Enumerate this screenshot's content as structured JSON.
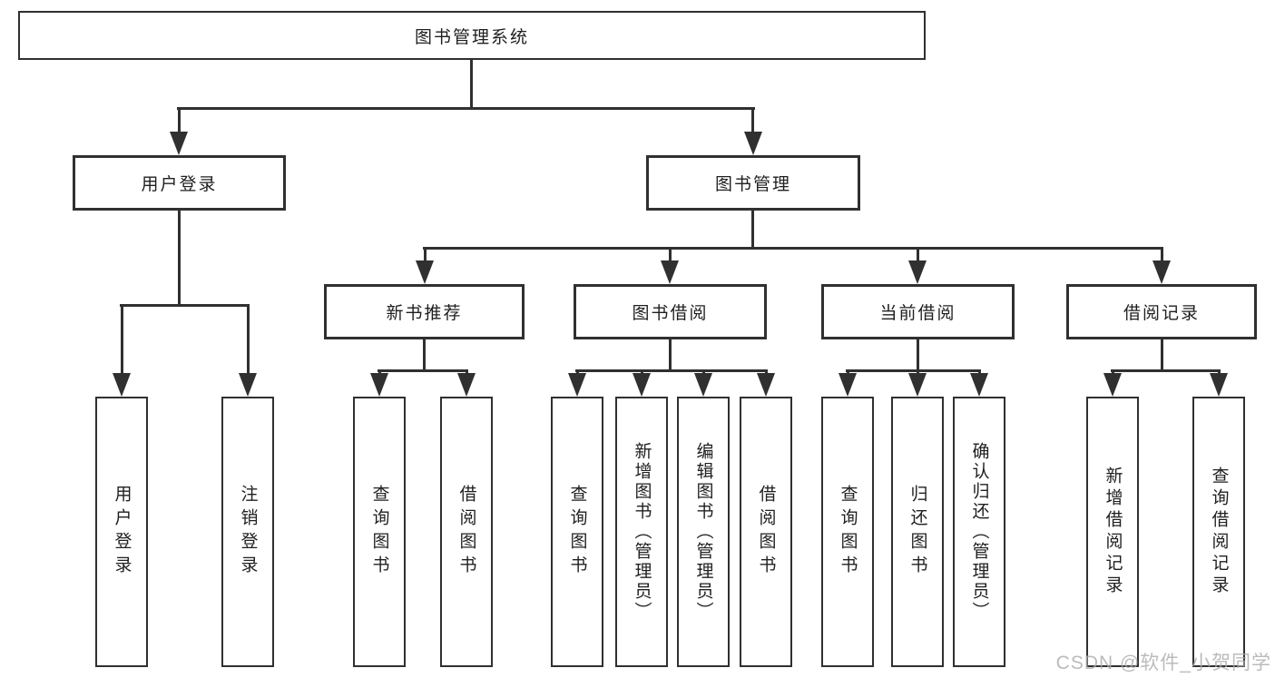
{
  "nodes": {
    "root": "图书管理系统",
    "level2": {
      "user_login": "用户登录",
      "book_mgmt": "图书管理"
    },
    "level3": {
      "new_book": "新书推荐",
      "book_borrow": "图书借阅",
      "current_borrow": "当前借阅",
      "borrow_record": "借阅记录"
    },
    "leaves": {
      "user_login": "用户登录",
      "logout_login": "注销登录",
      "nb_query_book": "查询图书",
      "nb_borrow_book": "借阅图书",
      "bb_query_book": "查询图书",
      "bb_add_book": "新增图书（管理员）",
      "bb_edit_book": "编辑图书（管理员）",
      "bb_borrow_book": "借阅图书",
      "cb_query_book": "查询图书",
      "cb_return_book": "归还图书",
      "cb_confirm_return": "确认归还（管理员）",
      "br_add_record": "新增借阅记录",
      "br_query_record": "查询借阅记录"
    }
  },
  "watermark": {
    "text": "CSDN @软件_小贺同学"
  },
  "colors": {
    "line": "#303030",
    "text": "#1f1f1f",
    "background": "#ffffff",
    "watermark": "#ababab"
  }
}
